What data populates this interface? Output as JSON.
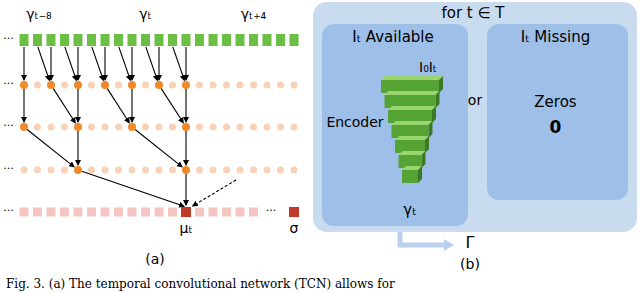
{
  "diagram": {
    "caption": "Fig. 3. (a) The temporal convolutional network (TCN) allows for",
    "nodes": [
      {
        "text": [
          "for t ∈ T"
        ]
      },
      {
        "text": [
          "Iₜ Available",
          "I₀Iₜ",
          "Encoder",
          "γₜ"
        ],
        "in": 0
      },
      {
        "text": [
          "Iₜ Missing",
          "Zeros",
          "0"
        ],
        "in": 0
      }
    ],
    "labels": [
      "γₜ₋₈",
      "γₜ",
      "γₜ₊₄",
      "...",
      "...",
      "...",
      "...",
      "...",
      "...",
      "μₜ",
      "σ",
      "(a)",
      "or",
      "Γ",
      "(b)"
    ]
  }
}
